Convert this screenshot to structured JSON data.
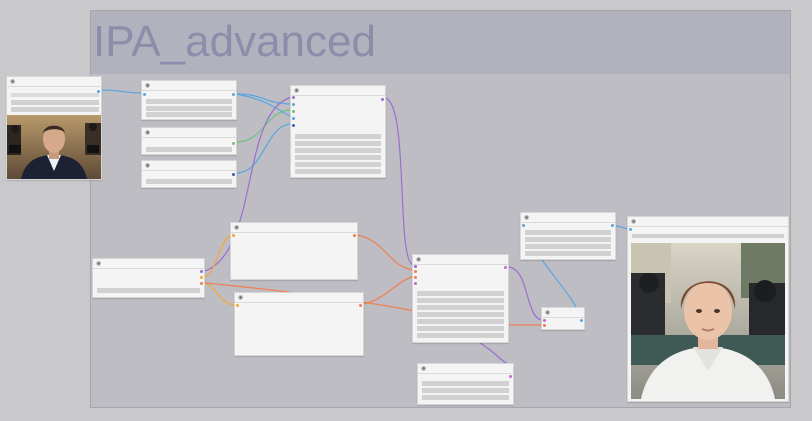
{
  "group": {
    "title": "IPA_advanced"
  },
  "nodes": [
    {
      "id": "load-image",
      "title": ""
    },
    {
      "id": "ipadapter-loader",
      "title": ""
    },
    {
      "id": "clip-vision-loader",
      "title": ""
    },
    {
      "id": "insightface-loader",
      "title": ""
    },
    {
      "id": "ipadapter-advanced",
      "title": ""
    },
    {
      "id": "checkpoint-loader",
      "title": ""
    },
    {
      "id": "positive-prompt",
      "title": ""
    },
    {
      "id": "negative-prompt",
      "title": ""
    },
    {
      "id": "ksampler",
      "title": ""
    },
    {
      "id": "empty-latent",
      "title": ""
    },
    {
      "id": "vae-decode",
      "title": ""
    },
    {
      "id": "upscale",
      "title": ""
    },
    {
      "id": "preview-image",
      "title": ""
    }
  ],
  "colors": {
    "image_wire": "#5aa6e0",
    "model_wire": "#9a6fd0",
    "clip_wire": "#f2a93b",
    "conditioning_wire": "#f07f52",
    "vision_wire": "#6cc47a",
    "latent_wire": "#c86ad0"
  },
  "icons": {
    "node_collapse": "circle-dot-icon"
  }
}
